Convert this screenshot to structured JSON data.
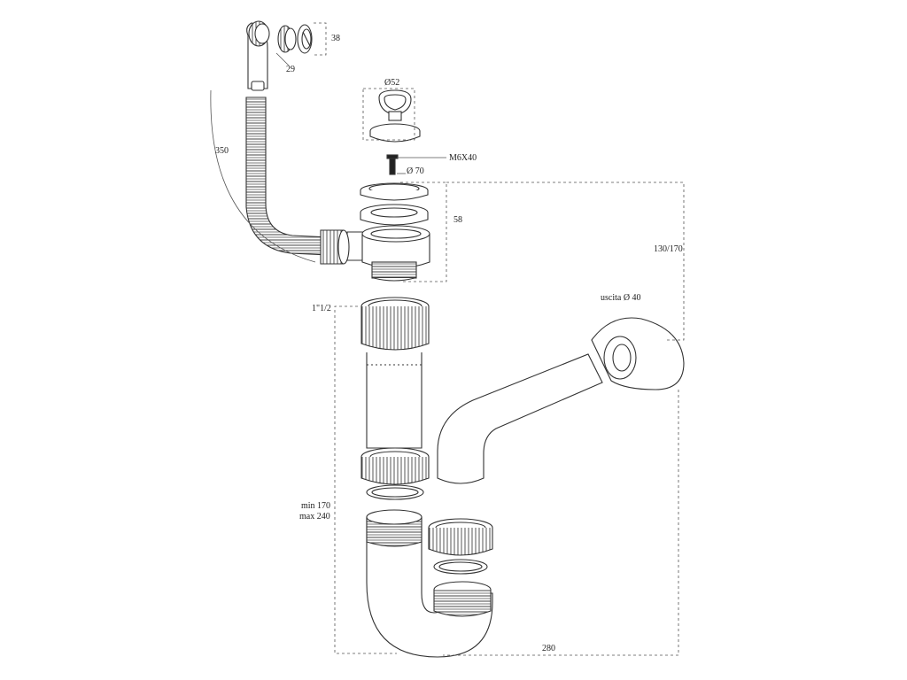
{
  "diagram": {
    "dimensions": {
      "overflow_nut_height": "38",
      "overflow_pipe_diameter": "29",
      "stopper_diameter": "Ø52",
      "screw_size": "M6X40",
      "strainer_flange_diameter": "Ø 70",
      "overflow_hose_length": "350",
      "waste_height": "58",
      "inlet_offset": "130/170",
      "outlet_label": "uscita  Ø  40",
      "inlet_thread": "1\"1/2",
      "height_min": "min 170",
      "height_max": "max 240",
      "trap_width": "280"
    },
    "colors": {
      "line": "#333333",
      "fill": "#ffffff",
      "dash": "#555555"
    }
  }
}
